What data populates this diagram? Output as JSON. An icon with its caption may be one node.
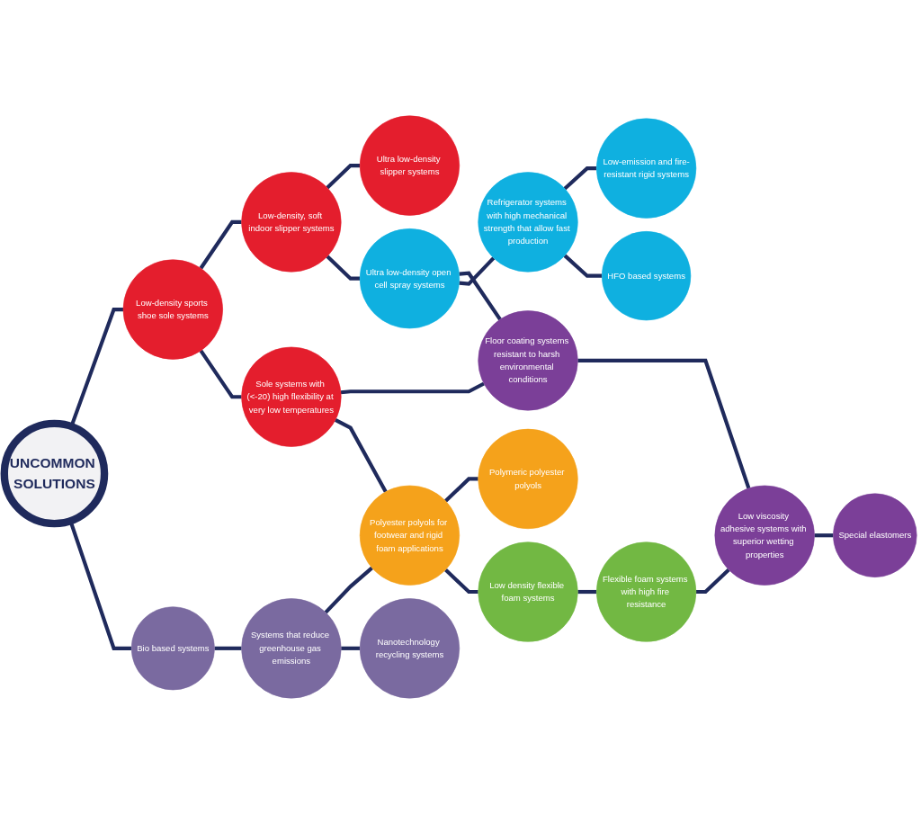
{
  "diagram": {
    "nodes": [
      {
        "text": [
          "UNCOMMON SOLUTIONS"
        ]
      },
      {
        "text": [
          "Ultra low-density slipper systems"
        ]
      },
      {
        "text": [
          "Low-density, soft indoor slipper systems"
        ]
      },
      {
        "text": [
          "Low-density sports shoe sole systems"
        ]
      },
      {
        "text": [
          "Ultra low-density open cell spray systems"
        ]
      },
      {
        "text": [
          "Low-emission and fire-resistant rigid systems"
        ]
      },
      {
        "text": [
          "Refrigerator systems with high mechanical strength that allow fast production"
        ]
      },
      {
        "text": [
          "Bio based systems"
        ]
      },
      {
        "text": [
          "Sole systems with (<-20) high flexibility at very low temperatures"
        ]
      },
      {
        "text": [
          "Floor coating systems resistant to harsh environmental conditions"
        ]
      },
      {
        "text": [
          "HFO based systems"
        ]
      },
      {
        "text": [
          "Systems that reduce greenhouse gas emissions"
        ]
      },
      {
        "text": [
          "Polyester polyols for footwear and rigid foam applications"
        ]
      },
      {
        "text": [
          "Low viscosity adhesive systems with superior wetting properties"
        ]
      },
      {
        "text": [
          "Special elastomers"
        ]
      },
      {
        "text": [
          "Nanotechnology recycling systems"
        ]
      },
      {
        "text": [
          "Polymeric polyester polyols"
        ]
      },
      {
        "text": [
          "Low density flexible foam systems"
        ]
      },
      {
        "text": [
          "Flexible foam systems with high fire resistance"
        ]
      }
    ],
    "edges": [
      {
        "from": 0,
        "to": 3,
        "arrow": "none"
      },
      {
        "from": 0,
        "to": 7,
        "arrow": "none"
      },
      {
        "from": 3,
        "to": 2,
        "arrow": "none"
      },
      {
        "from": 2,
        "to": 1,
        "arrow": "none"
      },
      {
        "from": 2,
        "to": 4,
        "arrow": "none"
      },
      {
        "from": 3,
        "to": 8,
        "arrow": "none"
      },
      {
        "from": 4,
        "to": 9,
        "arrow": "none"
      },
      {
        "from": 4,
        "to": 6,
        "arrow": "none"
      },
      {
        "from": 6,
        "to": 5,
        "arrow": "none"
      },
      {
        "from": 6,
        "to": 10,
        "arrow": "none"
      },
      {
        "from": 8,
        "to": 9,
        "arrow": "none"
      },
      {
        "from": 8,
        "to": 12,
        "arrow": "none"
      },
      {
        "from": 7,
        "to": 11,
        "arrow": "none"
      },
      {
        "from": 11,
        "to": 12,
        "arrow": "none"
      },
      {
        "from": 11,
        "to": 15,
        "arrow": "none"
      },
      {
        "from": 12,
        "to": 16,
        "arrow": "none"
      },
      {
        "from": 12,
        "to": 17,
        "arrow": "none"
      },
      {
        "from": 17,
        "to": 18,
        "arrow": "none"
      },
      {
        "from": 18,
        "to": 13,
        "arrow": "none"
      },
      {
        "from": 9,
        "to": 13,
        "arrow": "none"
      },
      {
        "from": 13,
        "to": 14,
        "arrow": "none"
      }
    ]
  }
}
